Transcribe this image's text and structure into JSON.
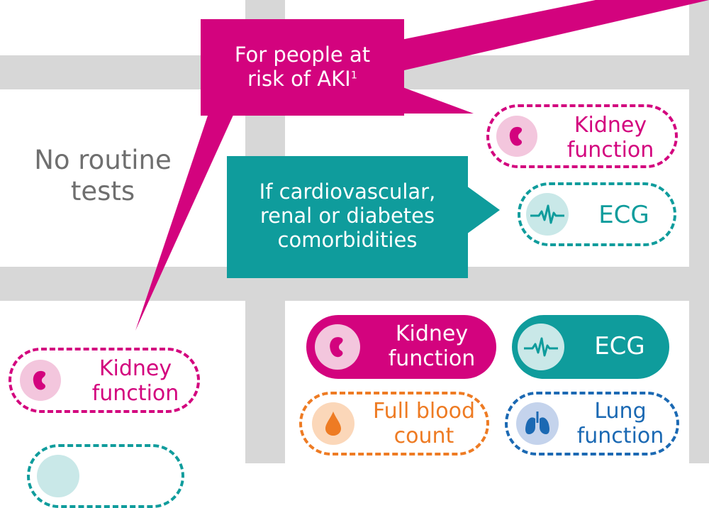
{
  "colors": {
    "magenta": "#d3037e",
    "magenta_light": "#f3c6dd",
    "teal": "#0f9c9c",
    "teal_light": "#c9e8e8",
    "orange": "#ee7b23",
    "blue": "#1b69b3",
    "blue_light": "#c4d3ec",
    "grid": "#d7d7d7",
    "gray_text": "#6f6f6f"
  },
  "callouts": {
    "aki": {
      "line1": "For people at",
      "line2": "risk of AKI",
      "superscript": "1"
    },
    "cardio": {
      "line1": "If cardiovascular,",
      "line2": "renal or diabetes",
      "line3": "comorbidities"
    }
  },
  "no_routine": {
    "line1": "No routine",
    "line2": "tests"
  },
  "pills": {
    "kidney_dashed_top": {
      "line1": "Kidney",
      "line2": "function",
      "icon": "kidney-icon"
    },
    "ecg_dashed_top": {
      "label": "ECG",
      "icon": "heartbeat-icon"
    },
    "kidney_solid": {
      "line1": "Kidney",
      "line2": "function",
      "icon": "kidney-icon"
    },
    "ecg_solid": {
      "label": "ECG",
      "icon": "heartbeat-icon"
    },
    "blood_count": {
      "line1": "Full blood",
      "line2": "count",
      "icon": "blood-drop-icon"
    },
    "lung": {
      "line1": "Lung",
      "line2": "function",
      "icon": "lungs-icon"
    },
    "kidney_dashed_left": {
      "line1": "Kidney",
      "line2": "function",
      "icon": "kidney-icon"
    }
  }
}
